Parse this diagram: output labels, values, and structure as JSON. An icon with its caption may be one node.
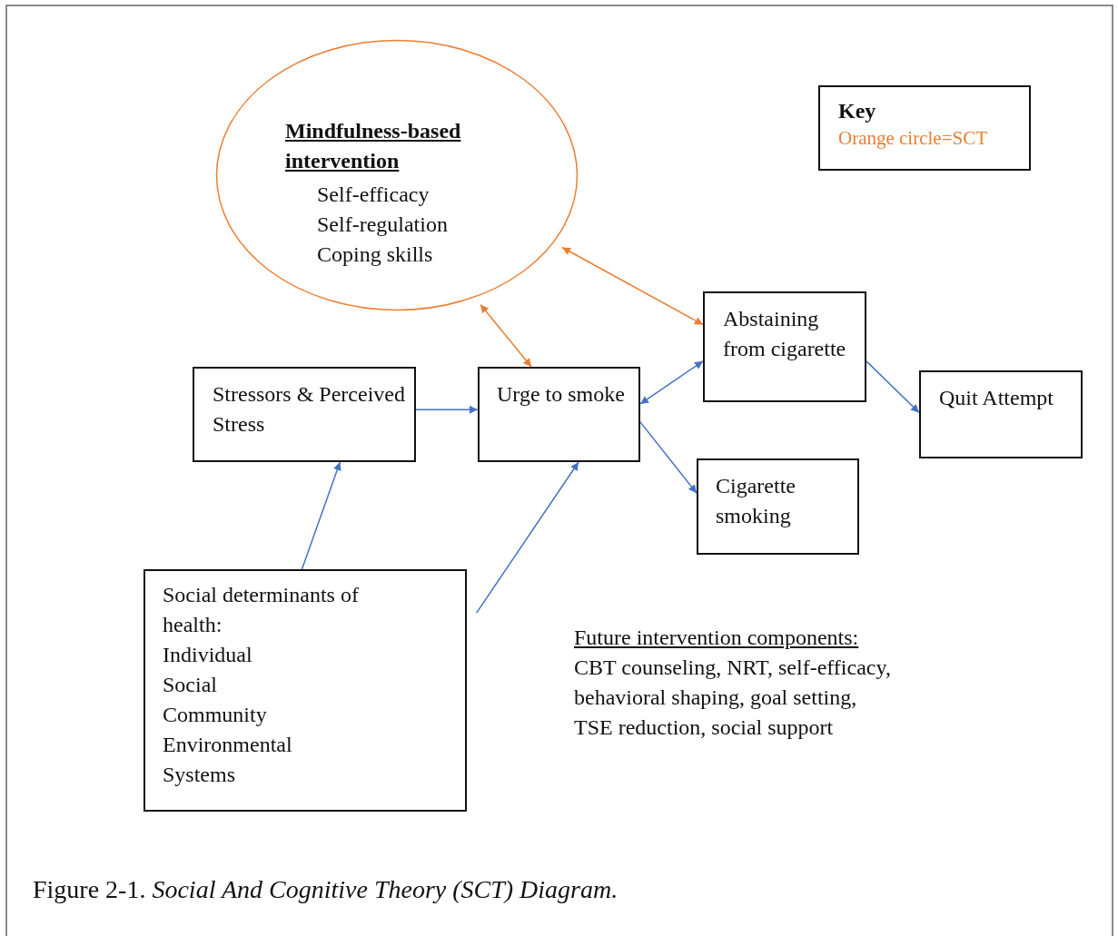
{
  "diagram": {
    "caption": "Figure 2-1. *Social And Cognitive Theory (SCT) Diagram.*",
    "nodes": [
      {
        "text": [
          "Mindfulness-based intervention",
          "Self-efficacy",
          "Self-regulation",
          "Coping skills"
        ]
      },
      {
        "text": [
          "Key",
          "Orange circle=SCT"
        ]
      },
      {
        "text": [
          "Stressors & Perceived Stress"
        ]
      },
      {
        "text": [
          "Urge to smoke"
        ]
      },
      {
        "text": [
          "Abstaining from cigarette"
        ]
      },
      {
        "text": [
          "Quit Attempt"
        ]
      },
      {
        "text": [
          "Cigarette smoking"
        ]
      },
      {
        "text": [
          "Social determinants of health:",
          "Individual",
          "Social",
          "Community",
          "Environmental",
          "Systems"
        ]
      }
    ],
    "edges": [
      {
        "from": 2,
        "to": 3,
        "arrow": "to"
      },
      {
        "from": 7,
        "to": 2,
        "arrow": "to"
      },
      {
        "from": 7,
        "to": 3,
        "arrow": "to"
      },
      {
        "from": 3,
        "to": 6,
        "arrow": "to"
      },
      {
        "from": 3,
        "to": 4,
        "arrow": "both"
      },
      {
        "from": 4,
        "to": 5,
        "arrow": "to"
      },
      {
        "from": 0,
        "to": 3,
        "arrow": "both",
        "color": "#ed7d31"
      },
      {
        "from": 0,
        "to": 4,
        "arrow": "both",
        "color": "#ed7d31"
      }
    ],
    "labels": [
      "Future intervention components:",
      "CBT counseling, NRT, self-efficacy, behavioral shaping, goal setting, TSE reduction, social support"
    ]
  }
}
